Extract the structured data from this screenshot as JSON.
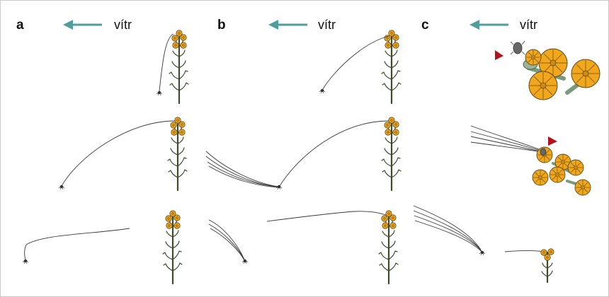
{
  "panels": [
    {
      "letter": "a",
      "wind_label": "vítr"
    },
    {
      "letter": "b",
      "wind_label": "vítr"
    },
    {
      "letter": "c",
      "wind_label": "vítr"
    }
  ],
  "colors": {
    "arrow": "#4f9e9e",
    "flower": "#f2a71b",
    "flower_outline": "#5a4a1a",
    "stem": "#3f4a2e",
    "marker": "#b3121b",
    "spider": "#555555"
  },
  "icons": {
    "wind_arrow": "left-arrow-icon",
    "marker": "red-triangle-marker-icon",
    "spider": "spider-icon"
  }
}
